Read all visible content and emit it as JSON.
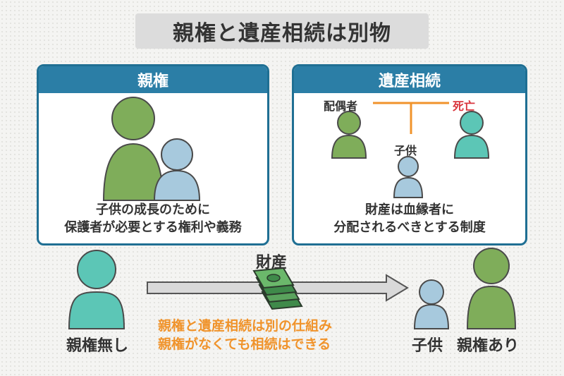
{
  "title": "親権と遺産相続は別物",
  "left_panel": {
    "heading": "親権",
    "desc_line1": "子供の成長のために",
    "desc_line2": "保護者が必要とする権利や義務"
  },
  "right_panel": {
    "heading": "遺産相続",
    "spouse_label": "配偶者",
    "deceased_label": "死亡",
    "child_label": "子供",
    "desc_line1": "財産は血縁者に",
    "desc_line2": "分配されるべきとする制度"
  },
  "bottom": {
    "asset_label": "財産",
    "no_custody_label": "親権無し",
    "child_label": "子供",
    "custody_label": "親権あり",
    "note_line1": "親権と遺産相続は別の仕組み",
    "note_line2": "親権がなくても相続はできる"
  },
  "colors": {
    "green": "#7fad5a",
    "light_blue": "#a7c9dd",
    "teal": "#5cc6b6",
    "orange": "#f0932b",
    "deceased_red": "#d9363e",
    "panel_border": "#1f6f93",
    "panel_header": "#2b7ea6",
    "money_green": "#3f8a4a"
  }
}
